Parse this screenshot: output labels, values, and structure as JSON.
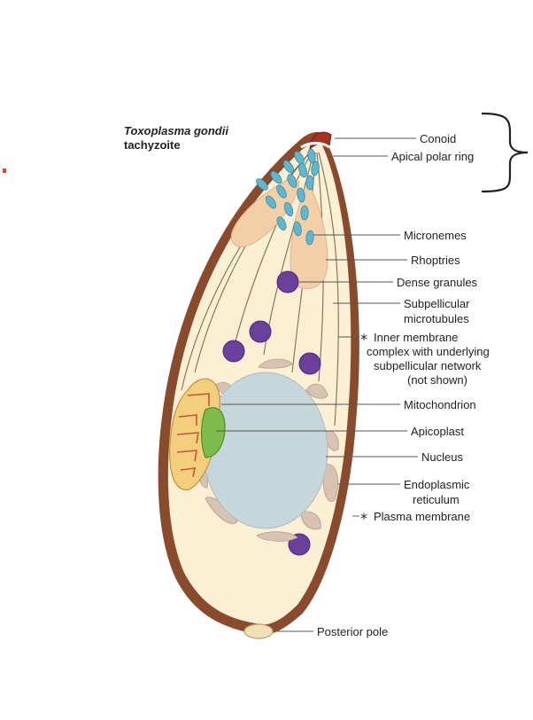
{
  "title": {
    "species": "Toxoplasma gondii",
    "stage": "tachyzoite"
  },
  "labels": {
    "conoid": "Conoid",
    "apical_polar_ring": "Apical polar ring",
    "micronemes": "Micronemes",
    "rhoptries": "Rhoptries",
    "dense_granules": "Dense granules",
    "subpellicular_microtubules_1": "Subpellicular",
    "subpellicular_microtubules_2": "microtubules",
    "imc_1": "Inner membrane",
    "imc_2": "complex with underlying",
    "imc_3": "subpellicular network",
    "imc_4": "(not shown)",
    "mitochondrion": "Mitochondrion",
    "apicoplast": "Apicoplast",
    "nucleus": "Nucleus",
    "er_1": "Endoplasmic",
    "er_2": "reticulum",
    "plasma_membrane": "Plasma membrane",
    "posterior_pole": "Posterior pole"
  },
  "markers": {
    "asterisk": "*"
  },
  "colors": {
    "pellicle": "#8a4a2c",
    "cytoplasm": "#fbefd4",
    "microneme": "#5fb6cf",
    "rhoptry": "#f3cfa7",
    "dense_granule": "#6b3f9c",
    "nucleus": "#c6d7dc",
    "er": "#d8c3b3",
    "apicoplast": "#7dbb4a",
    "mitochondrion": "#f2cf7c",
    "mito_cristae": "#c8553a",
    "posterior_pole": "#efe1b5",
    "bracket": "#222222"
  }
}
